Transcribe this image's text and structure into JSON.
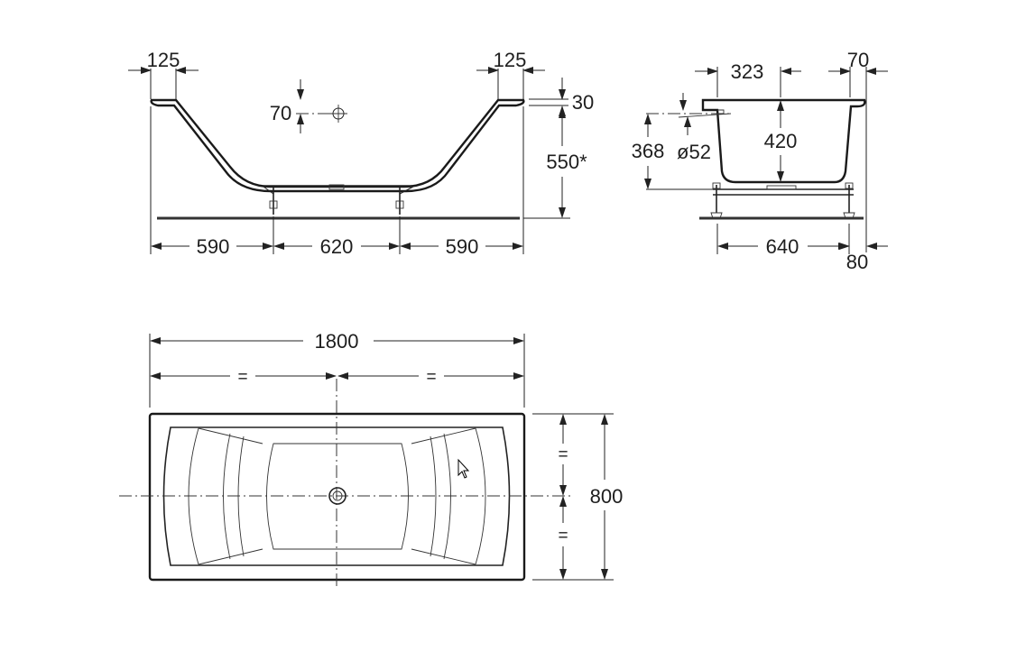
{
  "front_view": {
    "dims": {
      "rim_left": "125",
      "rim_right": "125",
      "overflow_offset": "70",
      "rim_thickness": "30",
      "height": "550*",
      "seg_left": "590",
      "seg_middle": "620",
      "seg_right": "590"
    }
  },
  "side_view": {
    "dims": {
      "top_inner": "323",
      "top_right": "70",
      "depth": "420",
      "drain_height": "368",
      "drain_diameter": "ø52",
      "legs": "640",
      "foot_offset": "80"
    }
  },
  "plan_view": {
    "dims": {
      "length": "1800",
      "half_left": "=",
      "half_right": "=",
      "width": "800",
      "width_half_top": "=",
      "width_half_bottom": "="
    }
  },
  "colors": {
    "line": "#222222",
    "background": "#ffffff"
  },
  "icons": {
    "cursor": "mouse-pointer-icon"
  }
}
